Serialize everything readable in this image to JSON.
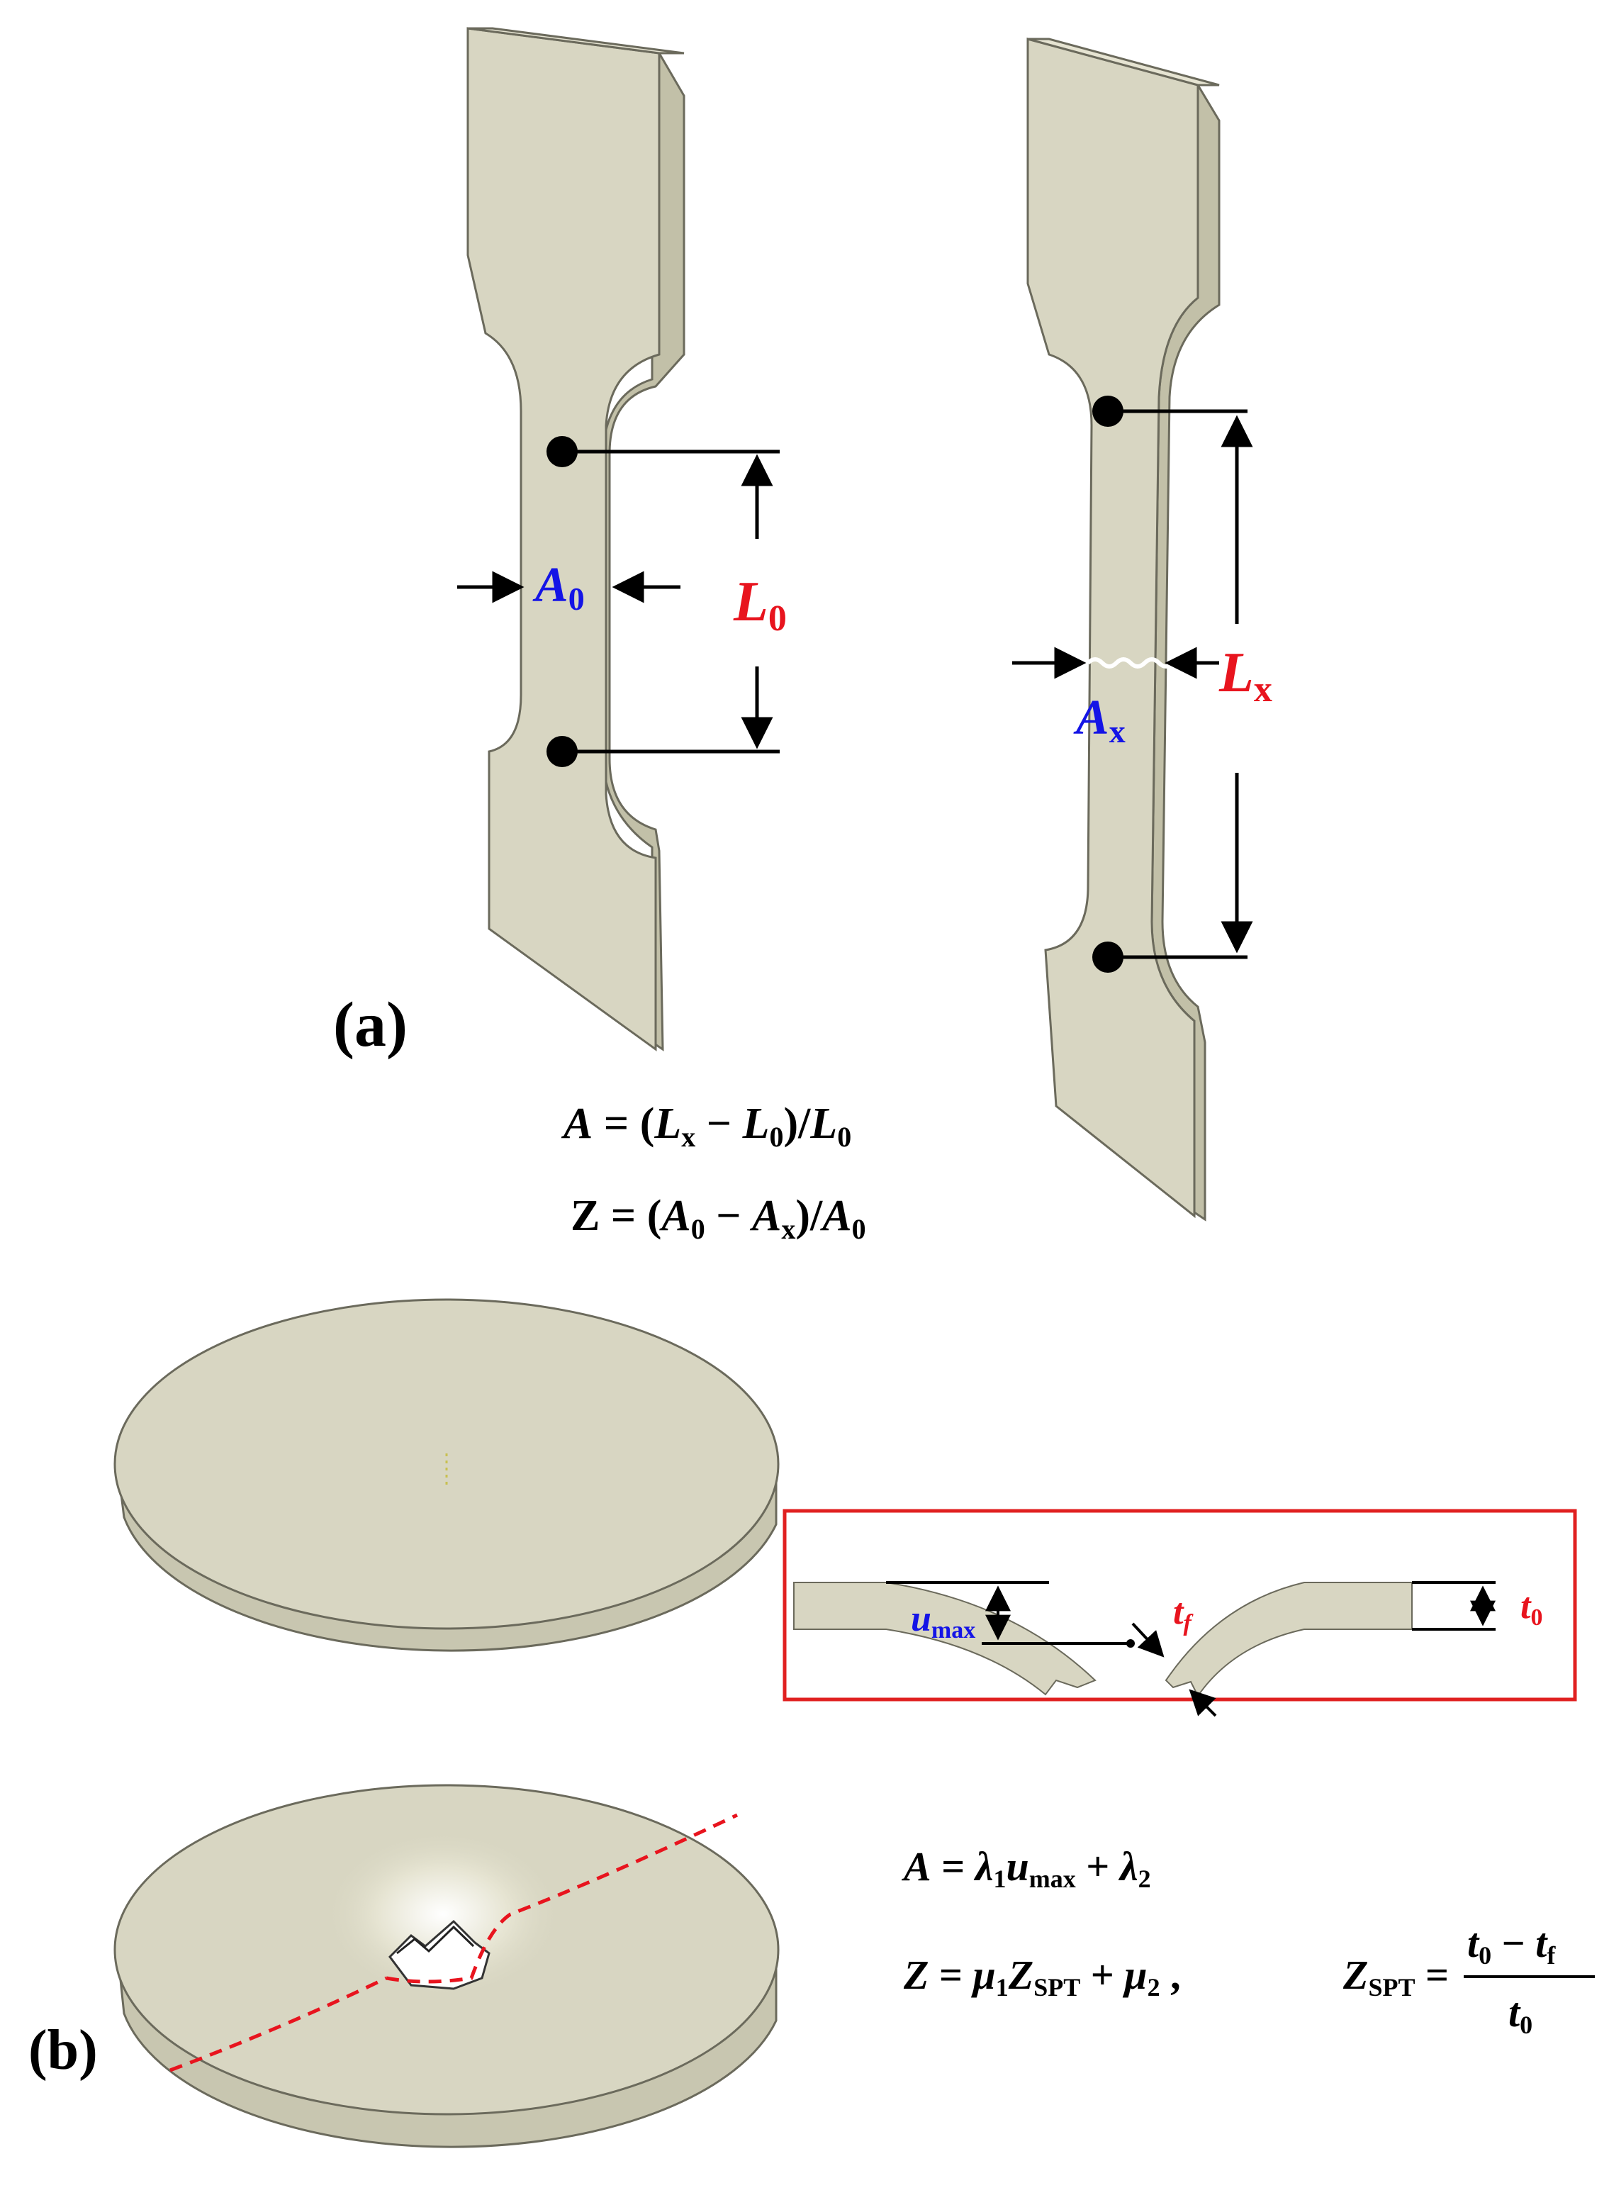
{
  "panel_a": {
    "label": "(a)",
    "dim_A0": {
      "base": "A",
      "sub": "0"
    },
    "dim_L0": {
      "base": "L",
      "sub": "0"
    },
    "dim_Lx": {
      "base": "L",
      "sub": "x"
    },
    "dim_Ax": {
      "base": "A",
      "sub": "x"
    },
    "eq1": {
      "lhs": "A",
      "open": " = (",
      "v1": "L",
      "v1sub": "x",
      "minus": " − ",
      "v2": "L",
      "v2sub": "0",
      "div": ")/",
      "v3": "L",
      "v3sub": "0"
    },
    "eq2": {
      "lhs": "Z",
      "open": " = (",
      "v1": "A",
      "v1sub": "0",
      "minus": " − ",
      "v2": "A",
      "v2sub": "x",
      "div": ")/",
      "v3": "A",
      "v3sub": "0"
    }
  },
  "panel_b": {
    "label": "(b)",
    "inset": {
      "tf": {
        "base": "t",
        "sub": "f"
      },
      "t0": {
        "base": "t",
        "sub": "0"
      },
      "umax": {
        "base": "u",
        "sub": "max"
      }
    },
    "eq1": {
      "lhs": "A",
      "eq": " = ",
      "l1": "λ",
      "l1sub": "1",
      "u": "u",
      "usub": "max",
      "plus": " + ",
      "l2": "λ",
      "l2sub": "2"
    },
    "eq2": {
      "lhs": "Z",
      "eq": " = ",
      "m1": "μ",
      "m1sub": "1",
      "z": "Z",
      "zsub": "SPT",
      "plus": " + ",
      "m2": "μ",
      "m2sub": "2",
      "comma": " ,",
      "z2": "Z",
      "z2sub": "SPT",
      "eq2": " = ",
      "num_a": "t",
      "num_asub": "0",
      "num_minus": " − ",
      "num_b": "t",
      "num_bsub": "f",
      "den": "t",
      "densub": "0"
    }
  },
  "colors": {
    "specimen": "#d8d6c2",
    "specimen_side": "#c2c0a8",
    "edge": "#6b6a5c",
    "red": "#e8141e",
    "blue": "#1414e6",
    "frame": "#e02020"
  }
}
